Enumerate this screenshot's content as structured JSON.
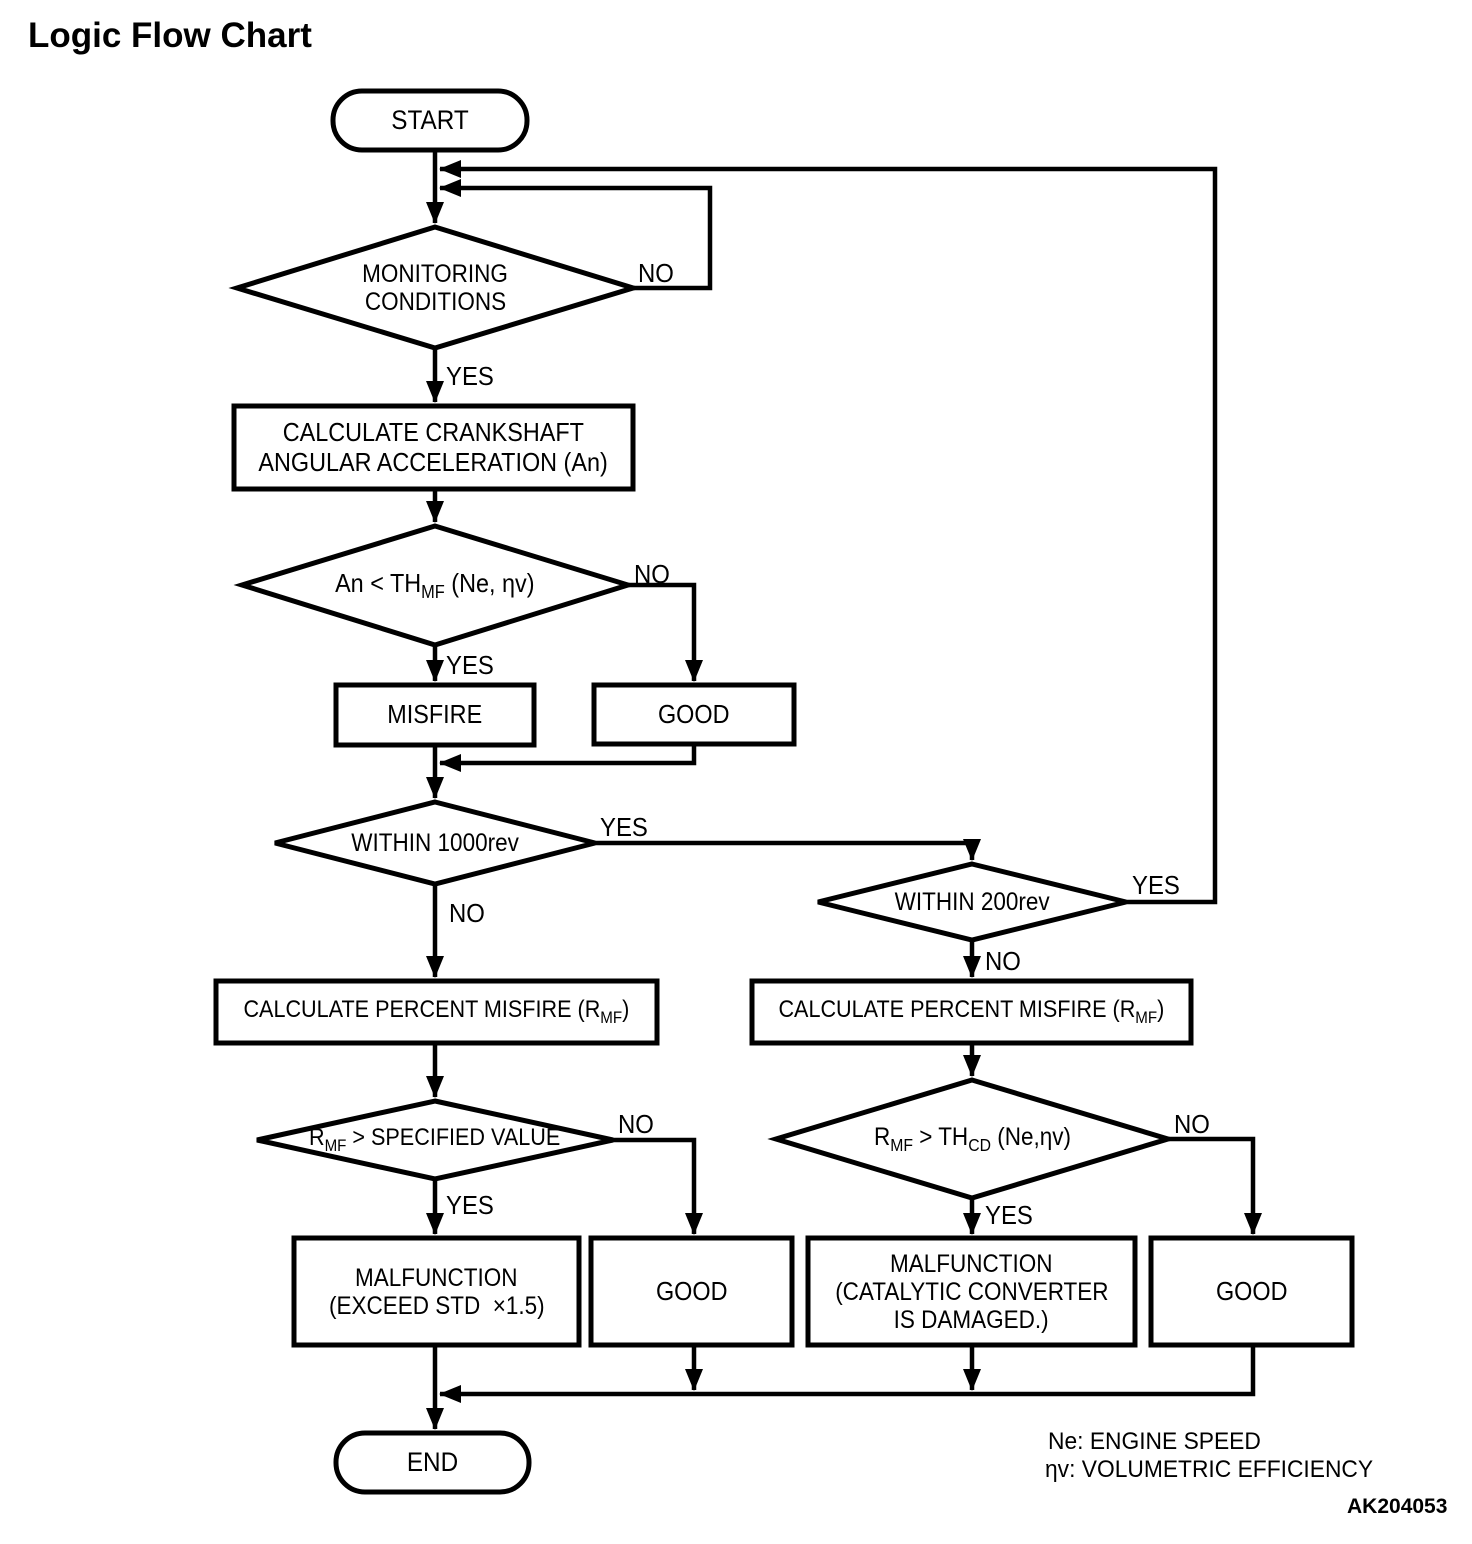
{
  "title": "Logic Flow Chart",
  "ref_code": "AK204053",
  "colors": {
    "ink": "#000000",
    "background": "#ffffff"
  },
  "legend": {
    "engine_speed": "Ne: ENGINE SPEED",
    "volumetric_efficiency": "ηv: VOLUMETRIC EFFICIENCY"
  },
  "nodes": {
    "start": {
      "label": "START"
    },
    "monitoring": {
      "line1": "MONITORING",
      "line2": "CONDITIONS",
      "yes": "YES",
      "no": "NO"
    },
    "calc_crank": {
      "line1": "CALCULATE CRANKSHAFT",
      "line2": "ANGULAR ACCELERATION (An)"
    },
    "an_threshold": {
      "pre": "An < TH",
      "sub": "MF",
      "post": " (Ne, ηv)",
      "yes": "YES",
      "no": "NO"
    },
    "misfire": {
      "label": "MISFIRE"
    },
    "good_misfire": {
      "label": "GOOD"
    },
    "within_1000rev": {
      "label": "WITHIN 1000rev",
      "yes": "YES",
      "no": "NO"
    },
    "within_200rev": {
      "label": "WITHIN 200rev",
      "yes": "YES",
      "no": "NO"
    },
    "calc_percent_left": {
      "pre": "CALCULATE PERCENT MISFIRE (R",
      "sub": "MF",
      "post": ")"
    },
    "calc_percent_right": {
      "pre": "CALCULATE PERCENT MISFIRE (R",
      "sub": "MF",
      "post": ")"
    },
    "rmf_specified": {
      "pre": "R",
      "sub": "MF",
      "post": " > SPECIFIED VALUE",
      "yes": "YES",
      "no": "NO"
    },
    "rmf_thcd": {
      "p1": "R",
      "s1": "MF",
      "p2": " > TH",
      "s2": "CD",
      "p3": " (Ne,ηv)",
      "yes": "YES",
      "no": "NO"
    },
    "malfunction_exceed": {
      "line1": "MALFUNCTION",
      "line2": "(EXCEED STD  ×1.5)"
    },
    "good_rmf": {
      "label": "GOOD"
    },
    "malfunction_catalytic": {
      "line1": "MALFUNCTION",
      "line2": "(CATALYTIC CONVERTER",
      "line3": "IS DAMAGED.)"
    },
    "good_thcd": {
      "label": "GOOD"
    },
    "end": {
      "label": "END"
    }
  }
}
